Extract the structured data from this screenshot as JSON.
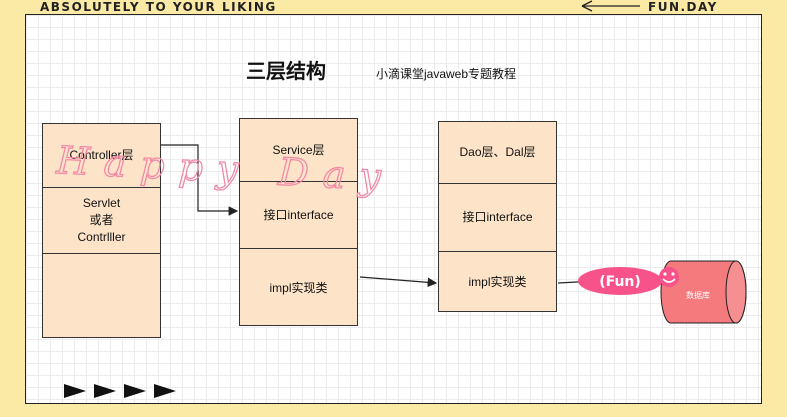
{
  "brand": {
    "left": "ABSOLUTELY TO YOUR LIKING",
    "right": "FUN.DAY"
  },
  "title": "三层结构",
  "subtitle": "小滴课堂javaweb专题教程",
  "layers": {
    "controller": {
      "cells": [
        "Controller层",
        "Servlet\n或者\nContrlller",
        ""
      ]
    },
    "service": {
      "cells": [
        "Service层",
        "接口interface",
        "impl实现类"
      ]
    },
    "dao": {
      "cells": [
        "Dao层、Dal层",
        "接口interface",
        "impl实现类"
      ]
    }
  },
  "watermark": "Happy Day",
  "fun_badge": "(Fun)",
  "database_label": "数据库",
  "colors": {
    "box_fill": "#fde4c8",
    "watermark": "#f28aa8",
    "badge": "#f7538a",
    "database": "#f47a7e",
    "page_bg": "#fbe9a6"
  },
  "icons": [
    "left-arrow-icon",
    "smiley-icon",
    "play-arrow-icon"
  ]
}
